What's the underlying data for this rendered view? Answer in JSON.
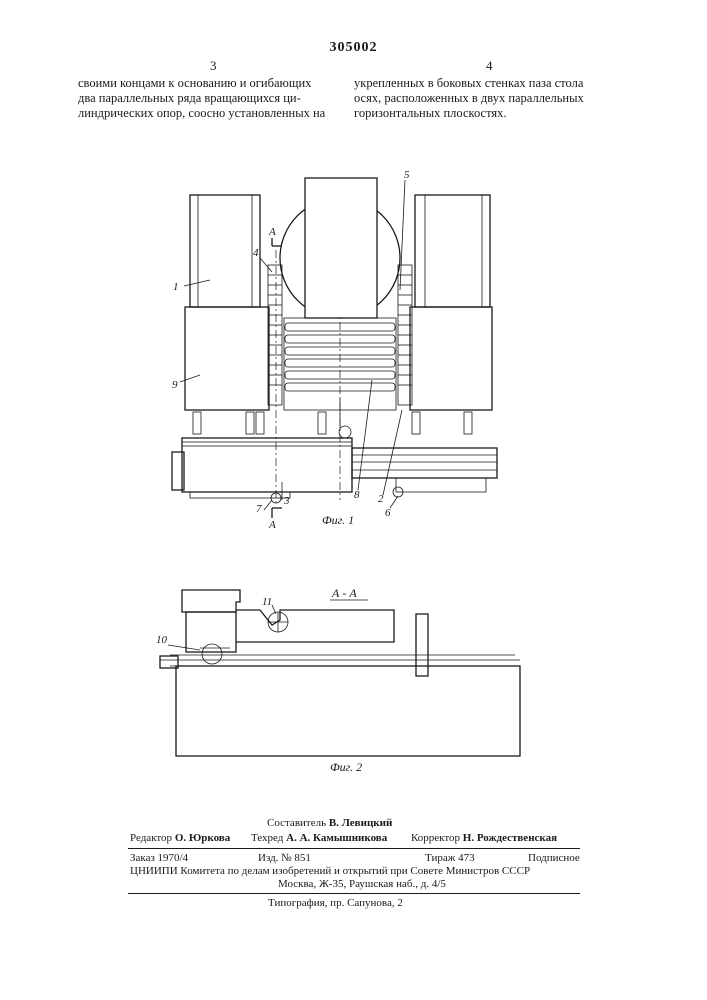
{
  "header": {
    "patent_number": "305002",
    "col_left_number": "3",
    "col_right_number": "4",
    "left_column_lines": [
      "своими концами к основанию и огибающих",
      "два параллельных ряда вращающихся ци-",
      "линдрических опор, соосно установленных на"
    ],
    "right_column_lines": [
      "укрепленных в боковых стенках паза стола",
      "осях, расположенных в двух параллельных",
      "горизонтальных плоскостях."
    ]
  },
  "figure1": {
    "caption": "Фиг. 1",
    "section_label_top": "А",
    "section_label_bottom": "А",
    "labels": [
      "1",
      "9",
      "4",
      "5",
      "3",
      "7",
      "8",
      "2",
      "6"
    ]
  },
  "figure2": {
    "section_title": "А - А",
    "caption": "Фиг. 2",
    "labels": [
      "11",
      "10"
    ]
  },
  "footer": {
    "compiler_label": "Составитель",
    "compiler_name": "В. Левицкий",
    "editor_label": "Редактор",
    "editor_name": "О. Юркова",
    "techred_label": "Техред",
    "techred_name": "А. А. Камышникова",
    "corrector_label": "Корректор",
    "corrector_name": "Н. Рождественская",
    "order": "Заказ 1970/4",
    "izd": "Изд. № 851",
    "tirazh": "Тираж 473",
    "podpisnoe": "Подписное",
    "org_line": "ЦНИИПИ Комитета по делам изобретений и открытий при Совете Министров СССР",
    "address_line": "Москва, Ж-35, Раушская наб., д. 4/5",
    "printer_line": "Типография, пр. Сапунова, 2"
  }
}
